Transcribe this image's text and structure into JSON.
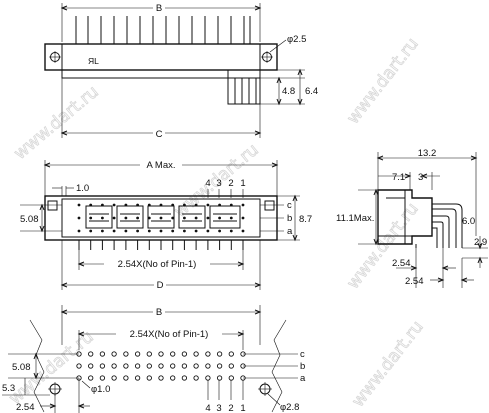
{
  "top_view": {
    "dim_B": "B",
    "dim_C": "C",
    "hole_dia": "φ2.5",
    "dim_4_8": "4.8",
    "dim_6_4": "6.4",
    "ul_mark": "ЯL"
  },
  "front_view": {
    "dim_A": "A Max.",
    "dim_1_0": "1.0",
    "dim_5_08": "5.08",
    "dim_8_7": "8.7",
    "dim_pitch": "2.54X(No of Pin-1)",
    "dim_D": "D",
    "pin_numbers": [
      "4",
      "3",
      "2",
      "1"
    ],
    "row_labels": [
      "c",
      "b",
      "a"
    ]
  },
  "side_view": {
    "dim_13_2": "13.2",
    "dim_7_1": "7.1",
    "dim_3": "3",
    "dim_11_1": "11.1Max.",
    "dim_6_0": "6.0",
    "dim_2_9": "2.9",
    "dim_2_54_a": "2.54",
    "dim_2_54_b": "2.54"
  },
  "footprint": {
    "dim_B": "B",
    "dim_pitch": "2.54X(No of Pin-1)",
    "dim_5_08": "5.08",
    "hole_small": "φ1.0",
    "dim_5_3": "5.3",
    "dim_2_54": "2.54",
    "hole_large": "φ2.8",
    "pin_numbers": [
      "4",
      "3",
      "2",
      "1"
    ],
    "row_labels": [
      "c",
      "b",
      "a"
    ]
  },
  "watermark": "www.dart.ru"
}
